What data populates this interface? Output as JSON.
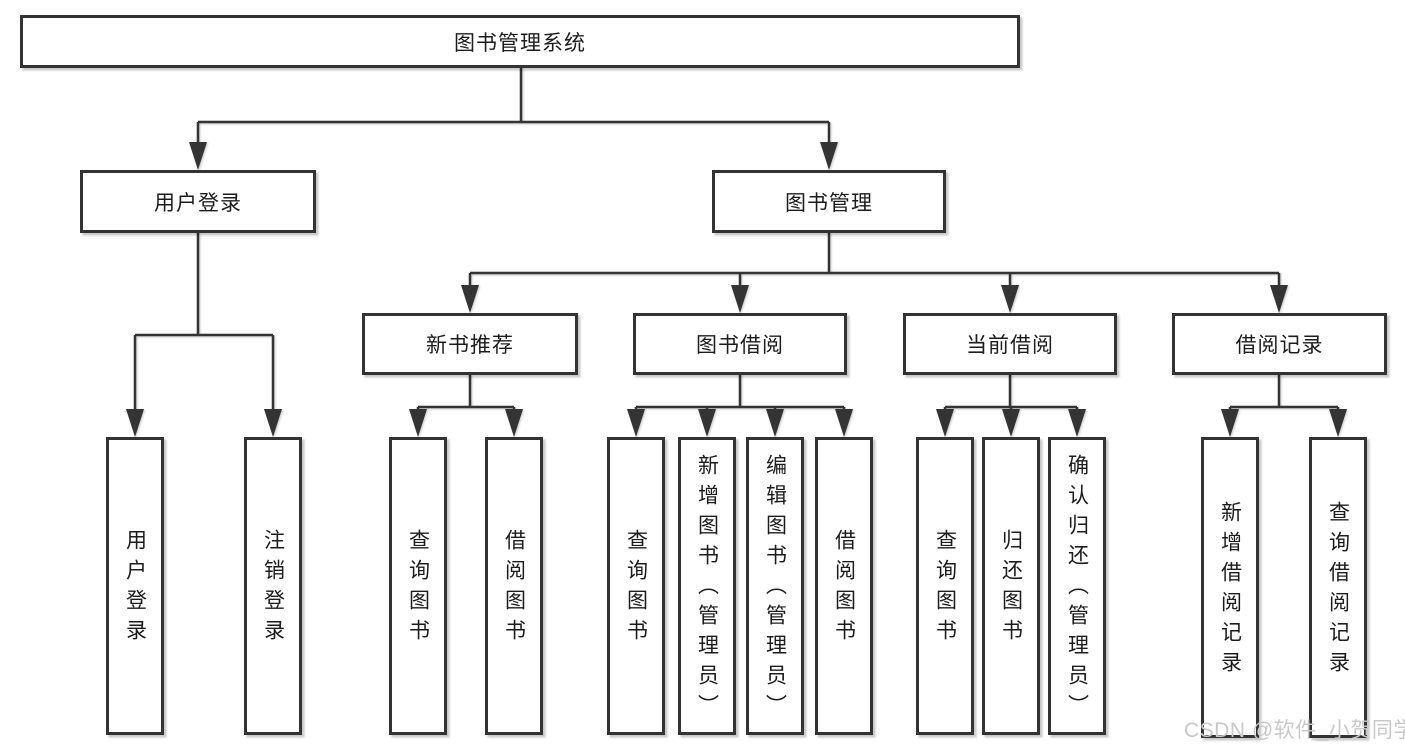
{
  "tree": {
    "root": "图书管理系统",
    "level2": [
      {
        "label": "用户登录",
        "leaves": [
          "用户登录",
          "注销登录"
        ]
      },
      {
        "label": "图书管理",
        "children": [
          {
            "label": "新书推荐",
            "leaves": [
              "查询图书",
              "借阅图书"
            ]
          },
          {
            "label": "图书借阅",
            "leaves": [
              "查询图书",
              "新增图书（管理员）",
              "编辑图书（管理员）",
              "借阅图书"
            ]
          },
          {
            "label": "当前借阅",
            "leaves": [
              "查询图书",
              "归还图书",
              "确认归还（管理员）"
            ]
          },
          {
            "label": "借阅记录",
            "leaves": [
              "新增借阅记录",
              "查询借阅记录"
            ]
          }
        ]
      }
    ]
  },
  "watermark": "CSDN @软件_小贺同学",
  "colors": {
    "line": "#343434",
    "box_border": "#333333",
    "box_fill": "#ffffff",
    "text": "#1c1c1c",
    "watermark": "#c9c9c9",
    "background": "#ffffff"
  }
}
